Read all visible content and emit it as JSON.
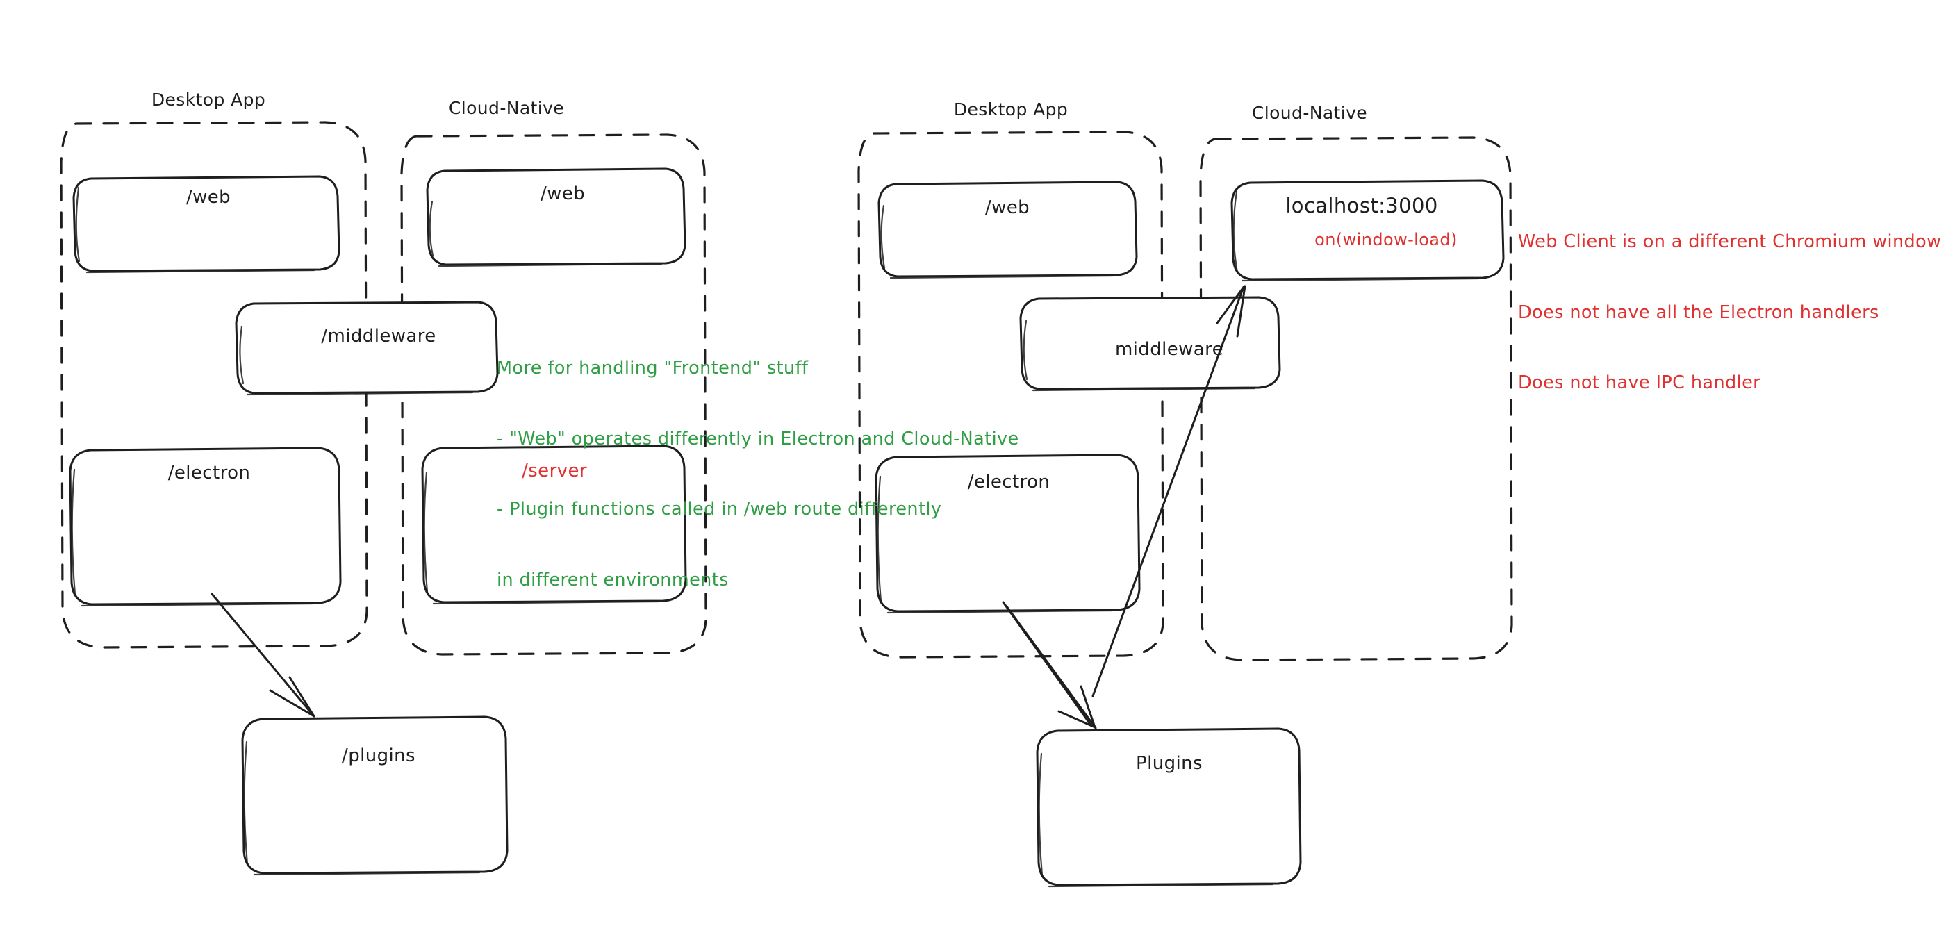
{
  "diagram": {
    "title": "Electron Desktop App vs Cloud-Native architecture sketch",
    "style": "hand-drawn whiteboard sketch",
    "colors": {
      "ink": "#1e1e1e",
      "green": "#2f9e44",
      "red": "#e03131",
      "background": "#ffffff"
    },
    "left_diagram": {
      "groups": [
        {
          "title": "Desktop App",
          "name": "desktop-app"
        },
        {
          "title": "Cloud-Native",
          "name": "cloud-native"
        }
      ],
      "boxes": [
        {
          "label": "/web",
          "group": "desktop-app",
          "color": "ink"
        },
        {
          "label": "/web",
          "group": "cloud-native",
          "color": "ink"
        },
        {
          "label": "/middleware",
          "group": "spanning",
          "color": "ink"
        },
        {
          "label": "/electron",
          "group": "desktop-app",
          "color": "ink"
        },
        {
          "label": "/server",
          "group": "cloud-native",
          "color": "red"
        },
        {
          "label": "/plugins",
          "group": "outside",
          "color": "ink"
        }
      ],
      "arrows": [
        {
          "from": "/electron",
          "to": "/plugins"
        }
      ]
    },
    "right_diagram": {
      "groups": [
        {
          "title": "Desktop App",
          "name": "desktop-app"
        },
        {
          "title": "Cloud-Native",
          "name": "cloud-native"
        }
      ],
      "boxes": [
        {
          "label": "/web",
          "sublabel": "",
          "group": "desktop-app",
          "color": "ink"
        },
        {
          "label": "localhost:3000",
          "sublabel": "on(window-load)",
          "group": "cloud-native",
          "color": "ink",
          "sublabel_color": "red"
        },
        {
          "label": "middleware",
          "sublabel": "",
          "group": "spanning",
          "color": "ink"
        },
        {
          "label": "/electron",
          "sublabel": "",
          "group": "desktop-app",
          "color": "ink"
        },
        {
          "label": "Plugins",
          "sublabel": "",
          "group": "outside",
          "color": "ink"
        }
      ],
      "arrows": [
        {
          "from": "/electron",
          "to": "localhost:3000"
        },
        {
          "from": "/electron",
          "to": "Plugins"
        }
      ]
    },
    "notes": {
      "green": {
        "color": "#2f9e44",
        "lines": [
          "More for handling \"Frontend\" stuff",
          "- \"Web\" operates differently in Electron and Cloud-Native",
          "- Plugin functions called in /web route differently",
          "in different environments"
        ]
      },
      "red": {
        "color": "#e03131",
        "lines": [
          "Web Client is on a different Chromium window",
          "Does not have all the Electron handlers",
          "Does not have IPC handler"
        ]
      }
    }
  }
}
